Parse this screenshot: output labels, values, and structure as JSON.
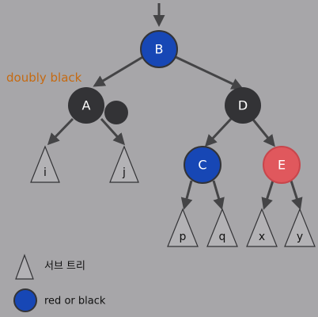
{
  "annotation": {
    "text": "doubly black"
  },
  "nodes": {
    "B": {
      "label": "B",
      "color": "#1747b5"
    },
    "A": {
      "label": "A",
      "color": "#333336"
    },
    "D": {
      "label": "D",
      "color": "#333336"
    },
    "C": {
      "label": "C",
      "color": "#1747b5"
    },
    "E": {
      "label": "E",
      "color": "#e0585d"
    },
    "extra_black": {
      "color": "#333336"
    }
  },
  "subtrees": {
    "i": {
      "label": "i"
    },
    "j": {
      "label": "j"
    },
    "p": {
      "label": "p"
    },
    "q": {
      "label": "q"
    },
    "x": {
      "label": "x"
    },
    "y": {
      "label": "y"
    }
  },
  "legend": {
    "subtree_label": "서브 트리",
    "node_label": "red or black",
    "node_color": "#1747b5"
  },
  "colors": {
    "background": "#a7a6a9",
    "edge": "#444446",
    "triangle_fill": "#b3b2b5"
  }
}
